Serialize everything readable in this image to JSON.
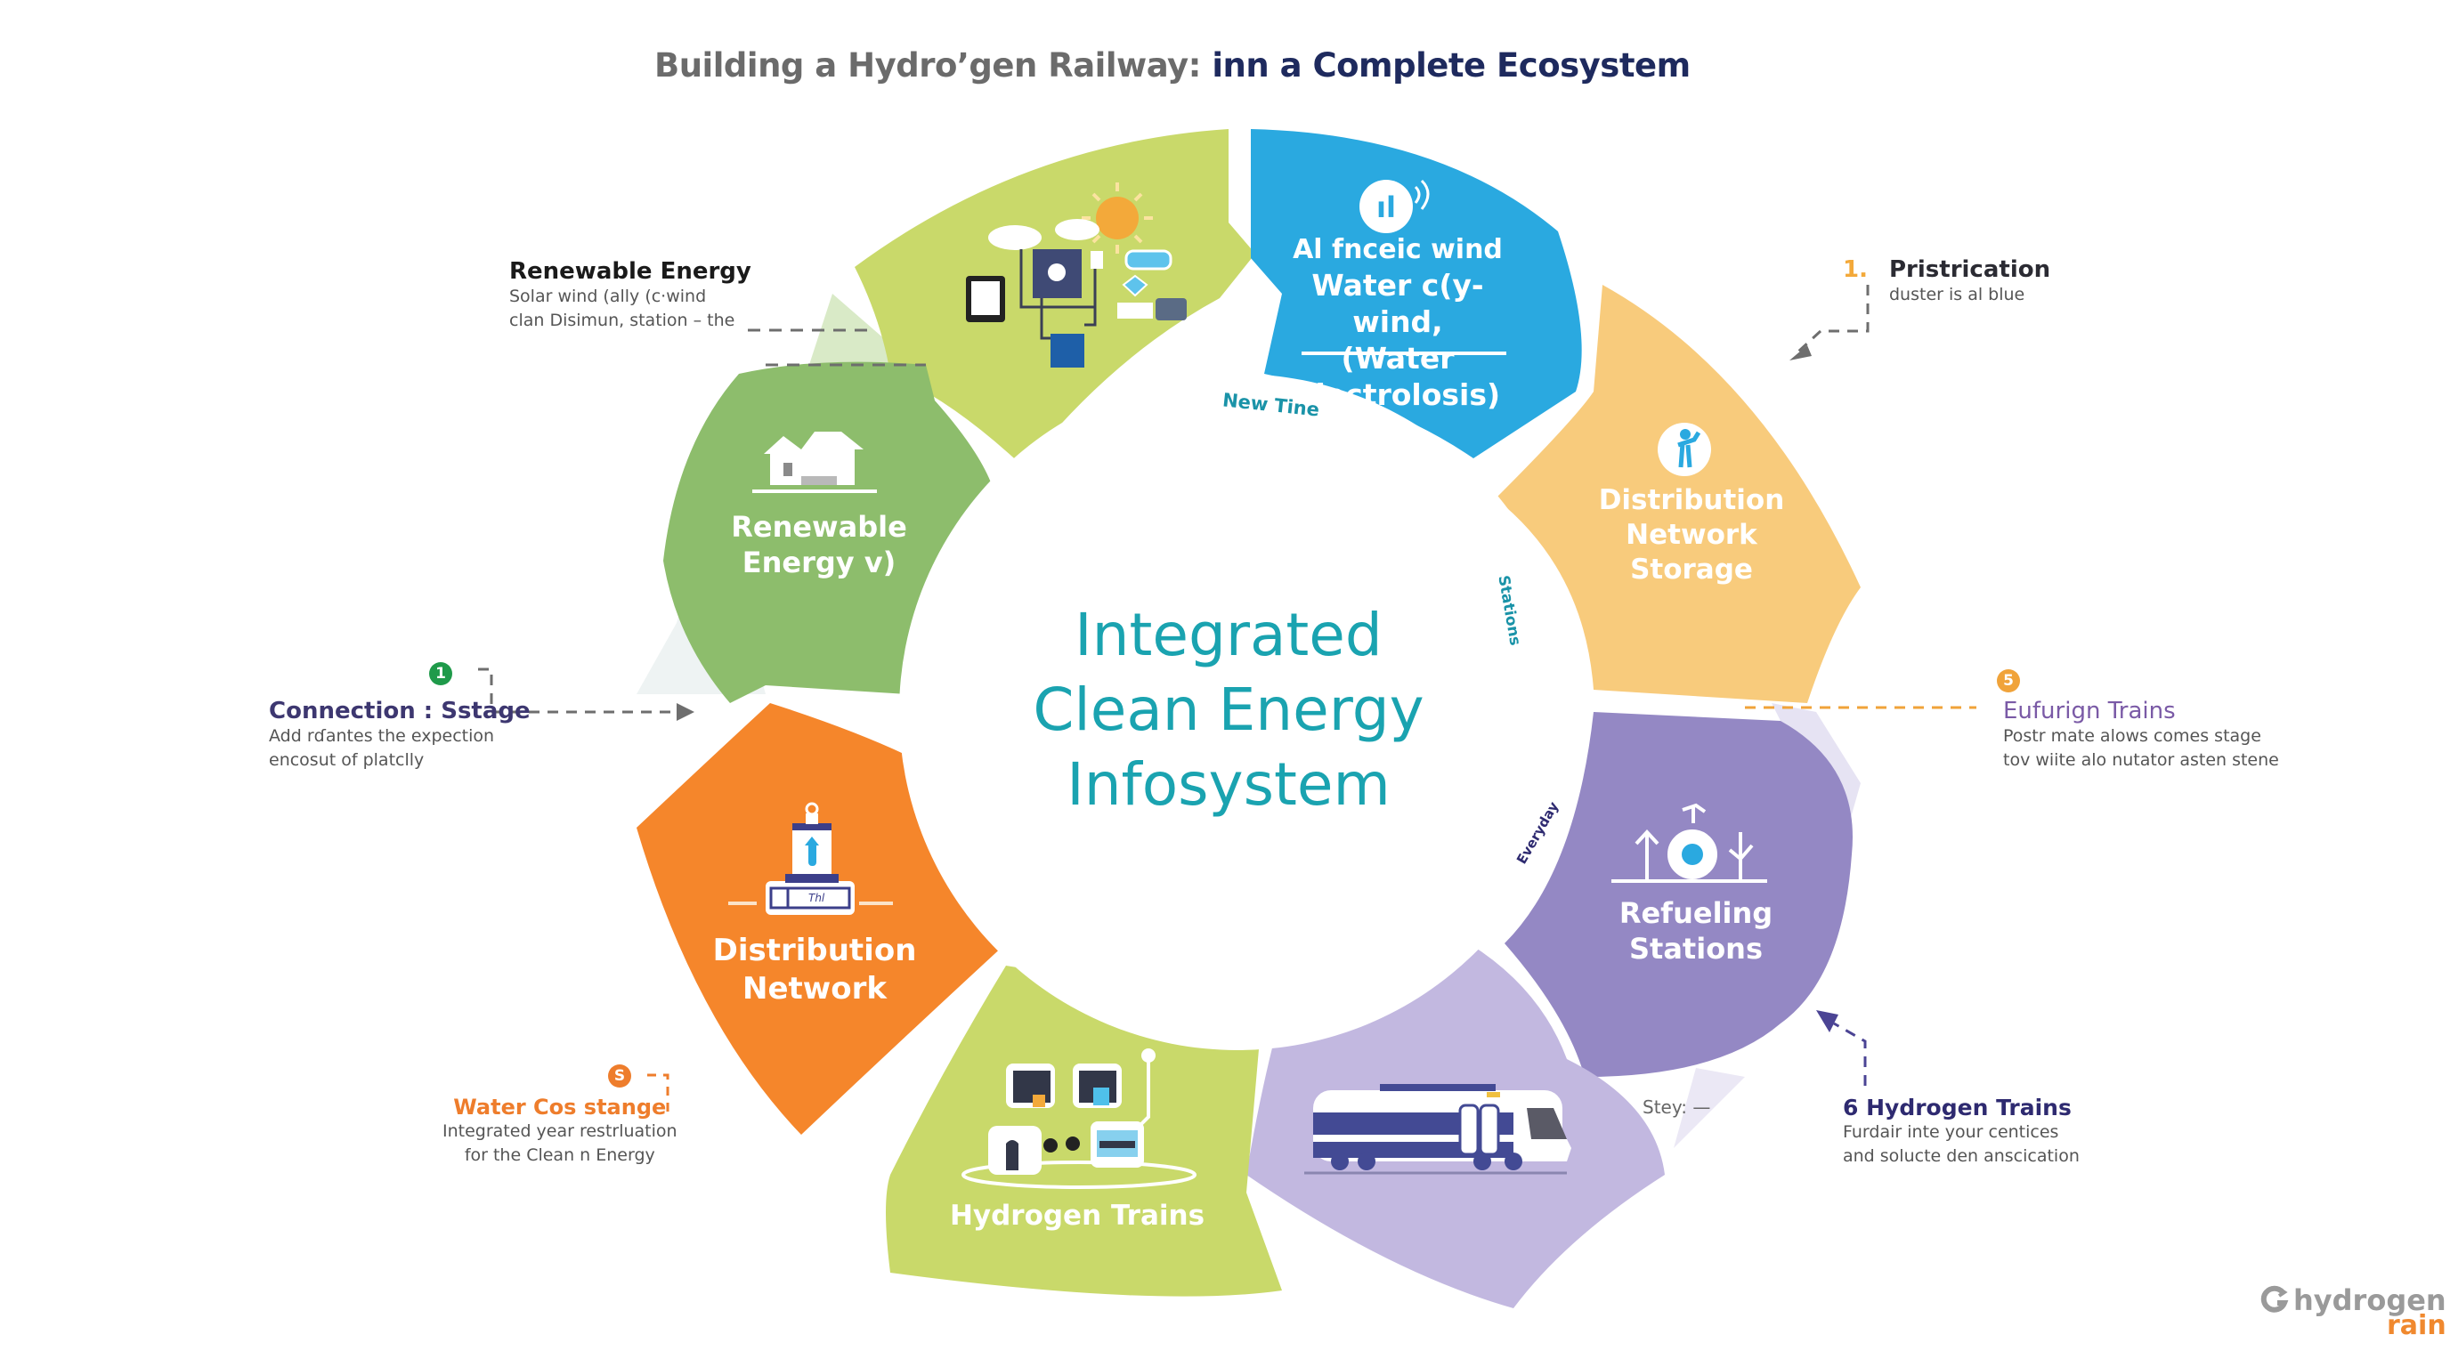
{
  "title": {
    "part1": "Building a Hydro’gen Railway:",
    "part2": "inn a Complete Ecosystem"
  },
  "center": {
    "line1": "Integrated",
    "line2": "Clean Energy",
    "line3": "Infosystem"
  },
  "segments": [
    {
      "id": "solar-network",
      "label": "",
      "color": "#c9d96a",
      "icon": "solar-network-icon"
    },
    {
      "id": "water-electrolysis",
      "label_lines": [
        "Al fnceic wind",
        "Water c(y-wind,",
        "(Water Electrolosis)"
      ],
      "color": "#2aa9e0",
      "icon": "wind-turbine-icon"
    },
    {
      "id": "distribution-storage",
      "label_lines": [
        "Distribution",
        "Network",
        "Storage"
      ],
      "color": "#f8cb7c",
      "icon": "person-icon"
    },
    {
      "id": "refueling-stations",
      "label_lines": [
        "Refueling",
        "Stations"
      ],
      "color": "#9488c4",
      "icon": "refueling-station-icon"
    },
    {
      "id": "train",
      "label_lines": [],
      "color": "#c2b8e0",
      "icon": "train-icon"
    },
    {
      "id": "hydrogen-trains",
      "label_lines": [
        "Hydrogen Trains"
      ],
      "color": "#c9d96a",
      "icon": "hydrogen-facility-icon"
    },
    {
      "id": "distribution-network",
      "label_lines": [
        "Distribution",
        "Network"
      ],
      "color": "#f5862b",
      "icon": "hydrogen-tank-icon"
    },
    {
      "id": "renewable-energy",
      "label_lines": [
        "Renewable",
        "Energy v)"
      ],
      "color": "#8dbd6c",
      "icon": "house-icon"
    }
  ],
  "ring_labels": {
    "new_tine": "New Tine",
    "stations": "Stations",
    "everyday": "Everyday",
    "stey": "Stey: —",
    "tank_label": "Thl"
  },
  "notes": [
    {
      "id": "renewable-energy",
      "heading": "Renewable Energy",
      "lines": [
        "Solar wind (ally (c·wind",
        "clan Disimun, station – the"
      ],
      "heading_color": "#1a1a1a"
    },
    {
      "id": "pristrication",
      "badge": "1.",
      "heading": "Pristrication",
      "lines": [
        "duster is al blue"
      ],
      "heading_color": "#2b2b33",
      "badge_color": "#f3a93a"
    },
    {
      "id": "connection-stage",
      "badge": "1",
      "heading": "Connection : Sstage",
      "lines": [
        "Add rɗantes the expection",
        "encosut of platclly"
      ],
      "heading_color": "#3d3770",
      "badge_color": "#1f9a4a"
    },
    {
      "id": "eufurign-trains",
      "badge": "5",
      "heading": "Eufurign Trains",
      "lines": [
        "Postr mate alows comes stage",
        "tov wiite alo nutator asten stene"
      ],
      "heading_color": "#7a5aa6",
      "badge_color": "#f0a33a"
    },
    {
      "id": "water-cos-stange",
      "badge": "S",
      "heading": "Water Cos stange",
      "lines": [
        "Integrated year restrluation",
        "for the Clean n Energy"
      ],
      "heading_color": "#ee7d2c",
      "badge_color": "#ee7d2c"
    },
    {
      "id": "hydrogen-trains",
      "heading": "6 Hydrogen Trains",
      "lines": [
        "Furdair inte your centices",
        "and solucte den anscication"
      ],
      "heading_color": "#2e2a70"
    }
  ],
  "logo": {
    "word1": "hydrogen",
    "word2": "rain",
    "color1": "#9a9a9a",
    "color2": "#f0892f"
  },
  "colors": {
    "center_text": "#1aa3b0",
    "arrow_grey": "#6e6e6e",
    "arrow_purple": "#4b4494"
  }
}
